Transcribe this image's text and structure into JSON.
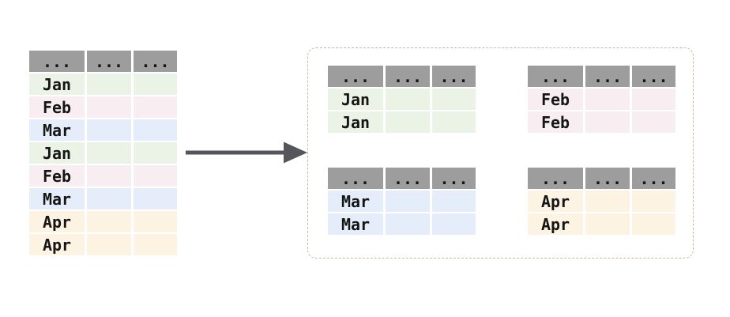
{
  "diagram": {
    "source_table": {
      "headers": [
        "...",
        "...",
        "..."
      ],
      "rows": [
        "Jan",
        "Feb",
        "Mar",
        "Jan",
        "Feb",
        "Mar",
        "Apr",
        "Apr"
      ]
    },
    "groups": [
      {
        "key": "jan",
        "headers": [
          "...",
          "...",
          "..."
        ],
        "rows": [
          "Jan",
          "Jan"
        ]
      },
      {
        "key": "feb",
        "headers": [
          "...",
          "...",
          "..."
        ],
        "rows": [
          "Feb",
          "Feb"
        ]
      },
      {
        "key": "mar",
        "headers": [
          "...",
          "...",
          "..."
        ],
        "rows": [
          "Mar",
          "Mar"
        ]
      },
      {
        "key": "apr",
        "headers": [
          "...",
          "...",
          "..."
        ],
        "rows": [
          "Apr",
          "Apr"
        ]
      }
    ],
    "icons": {
      "arrow": "right-arrow"
    }
  },
  "colors": {
    "background": "#ffffff",
    "header-bg": "#9d9d9d",
    "row-jan": "#eaf3e6",
    "row-feb": "#f8eef1",
    "row-mar": "#e5edfa",
    "row-apr": "#fdf3e2",
    "arrow": "#54565b",
    "panel-border": "#ccb4a3",
    "text": "#151515"
  }
}
